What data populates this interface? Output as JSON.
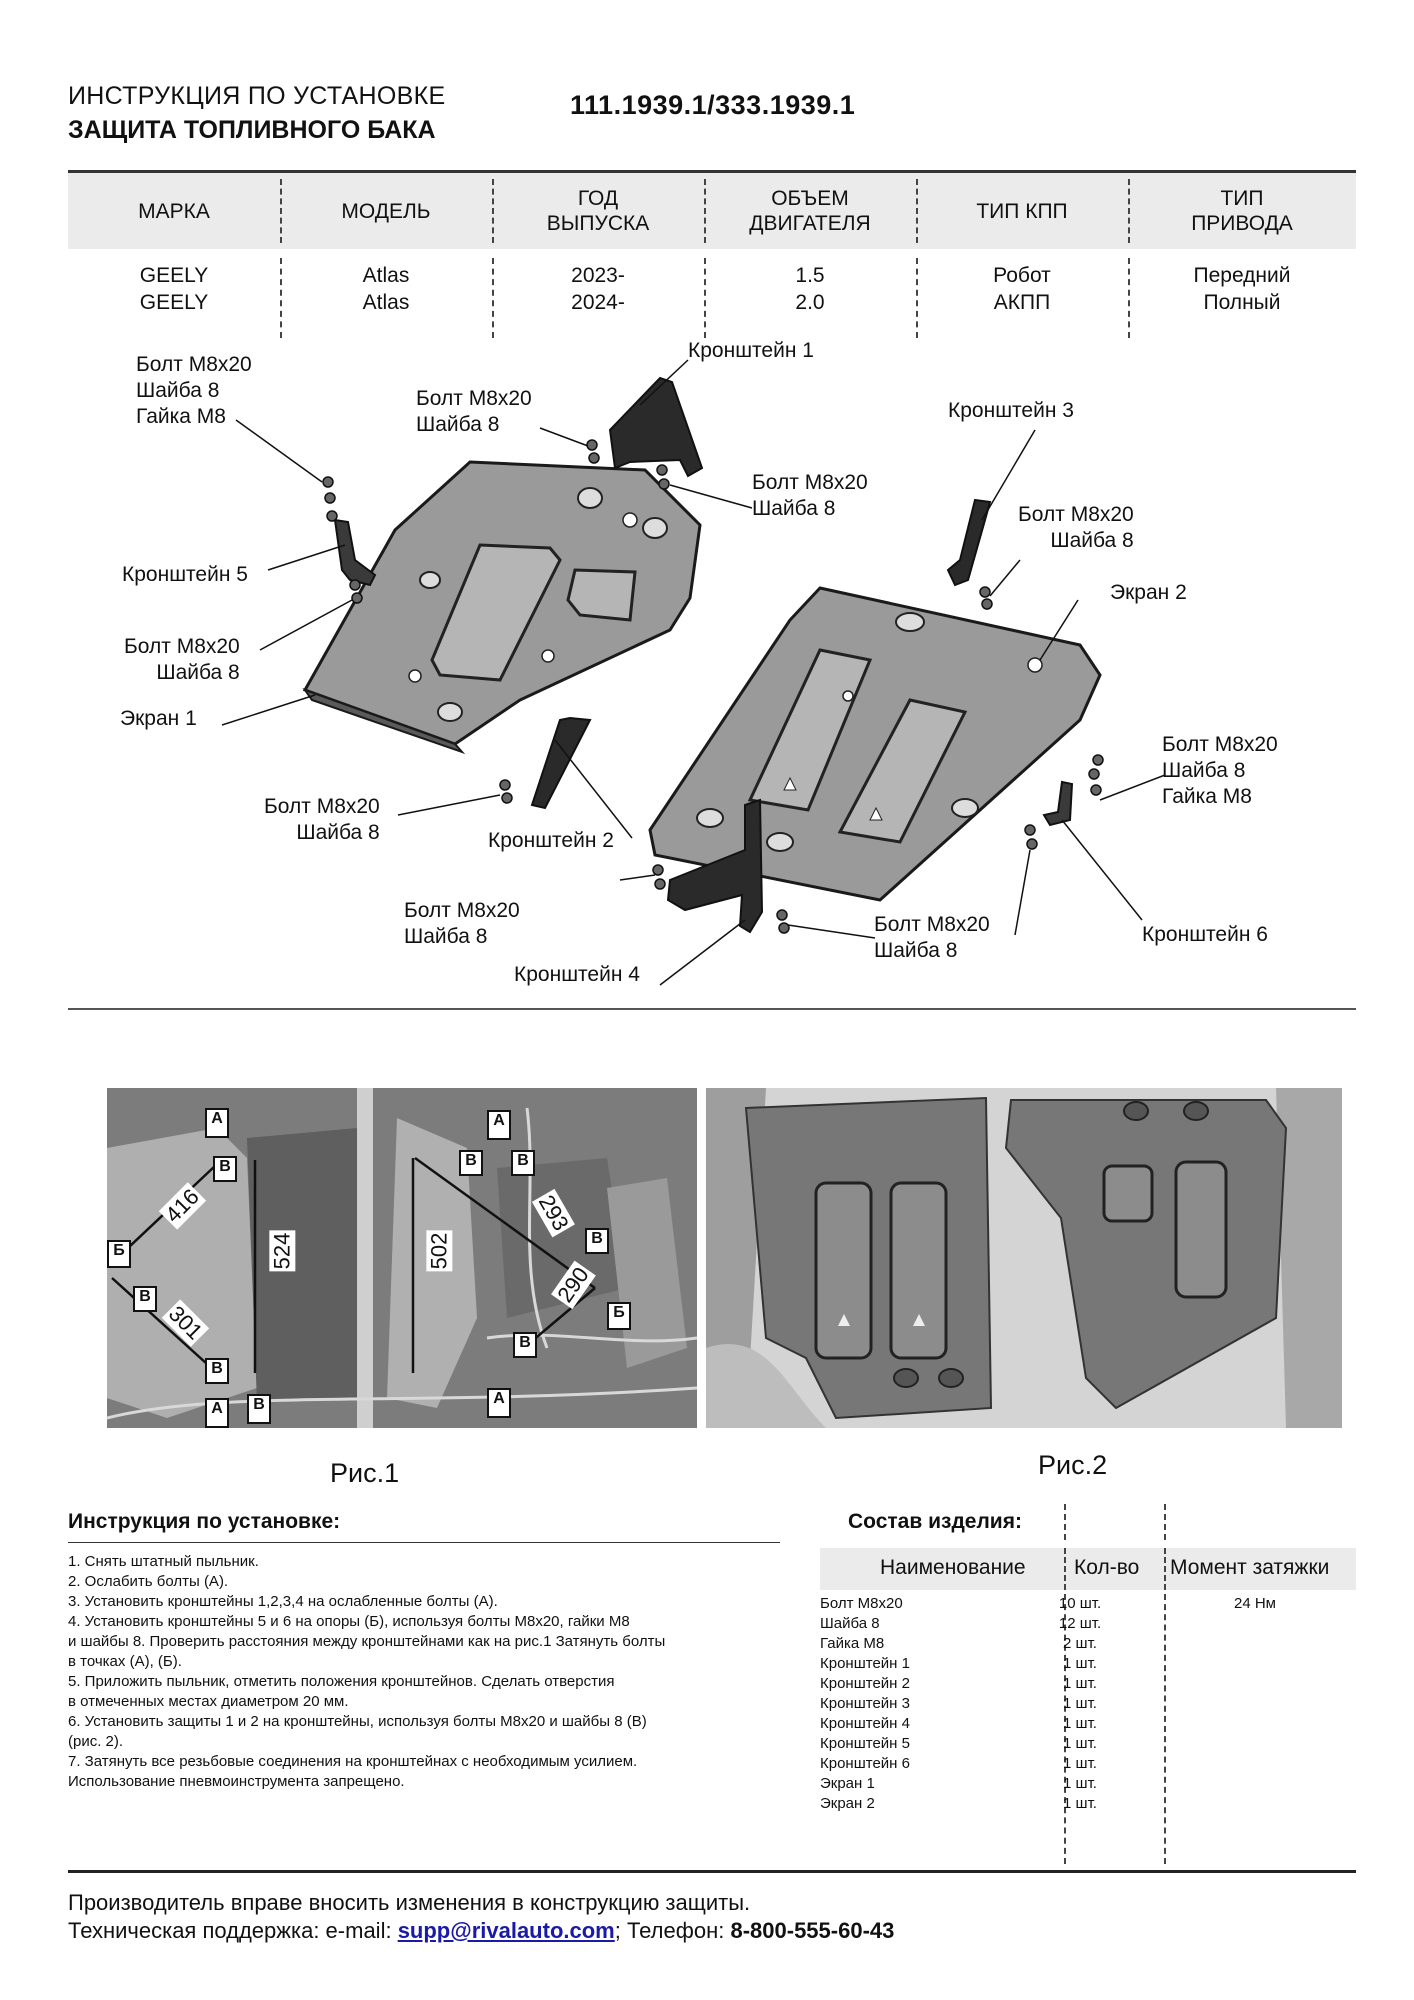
{
  "header": {
    "subtitle": "ИНСТРУКЦИЯ ПО УСТАНОВКЕ",
    "title": "ЗАЩИТА ТОПЛИВНОГО БАКА",
    "code": "111.1939.1/333.1939.1"
  },
  "spec_table": {
    "columns": [
      "МАРКА",
      "МОДЕЛЬ",
      "ГОД\nВЫПУСКА",
      "ОБЪЕМ\nДВИГАТЕЛЯ",
      "ТИП КПП",
      "ТИП\nПРИВОДА"
    ],
    "rows": [
      [
        "GEELY",
        "Atlas",
        "2023-",
        "1.5",
        "Робот",
        "Передний"
      ],
      [
        "GEELY",
        "Atlas",
        "2024-",
        "2.0",
        "АКПП",
        "Полный"
      ]
    ]
  },
  "drawing_labels": {
    "bolt_m8x20": "Болт М8х20",
    "washer_8": "Шайба 8",
    "nut_m8": "Гайка М8",
    "bracket_1": "Кронштейн 1",
    "bracket_2": "Кронштейн 2",
    "bracket_3": "Кронштейн 3",
    "bracket_4": "Кронштейн 4",
    "bracket_5": "Кронштейн 5",
    "bracket_6": "Кронштейн 6",
    "screen_1": "Экран 1",
    "screen_2": "Экран 2"
  },
  "fig1": {
    "caption": "Рис.1",
    "dims": [
      "416",
      "524",
      "301",
      "502",
      "293",
      "290"
    ],
    "markers": {
      "a": "А",
      "b": "Б",
      "v": "В"
    }
  },
  "fig2": {
    "caption": "Рис.2"
  },
  "instructions": {
    "title": "Инструкция по установке:",
    "steps": [
      "1. Снять штатный пыльник.",
      "2. Ослабить болты (А).",
      "3. Установить кронштейны 1,2,3,4 на ослабленные болты (А).",
      "4. Установить кронштейны 5 и 6 на опоры (Б), используя болты М8х20, гайки М8",
      "и шайбы 8. Проверить расстояния между кронштейнами как на рис.1 Затянуть болты",
      "в точках (А), (Б).",
      "5. Приложить пыльник, отметить положения кронштейнов. Сделать отверстия",
      "в отмеченных местах диаметром 20 мм.",
      "6. Установить защиты 1 и 2 на кронштейны, используя болты М8х20 и шайбы 8 (В)",
      "(рис. 2).",
      "7. Затянуть все резьбовые соединения на кронштейнах с необходимым усилием.",
      "Использование пневмоинструмента запрещено."
    ]
  },
  "composition": {
    "title": "Состав изделия:",
    "headers": [
      "Наименование",
      "Кол-во",
      "Момент затяжки"
    ],
    "rows": [
      [
        "Болт М8х20",
        "10 шт.",
        "24 Нм"
      ],
      [
        "Шайба 8",
        "12 шт.",
        ""
      ],
      [
        "Гайка М8",
        "2 шт.",
        ""
      ],
      [
        "Кронштейн 1",
        "1 шт.",
        ""
      ],
      [
        "Кронштейн 2",
        "1 шт.",
        ""
      ],
      [
        "Кронштейн 3",
        "1 шт.",
        ""
      ],
      [
        "Кронштейн 4",
        "1 шт.",
        ""
      ],
      [
        "Кронштейн 5",
        "1 шт.",
        ""
      ],
      [
        "Кронштейн 6",
        "1 шт.",
        ""
      ],
      [
        "Экран 1",
        "1 шт.",
        ""
      ],
      [
        "Экран 2",
        "1 шт.",
        ""
      ]
    ]
  },
  "footer": {
    "line1": "Производитель вправе вносить изменения в конструкцию защиты.",
    "support_label": "Техническая поддержка:  e-mail: ",
    "email": "supp@rivalauto.com",
    "email_sep": ";",
    "phone_label": " Телефон: ",
    "phone": "8-800-555-60-43"
  }
}
